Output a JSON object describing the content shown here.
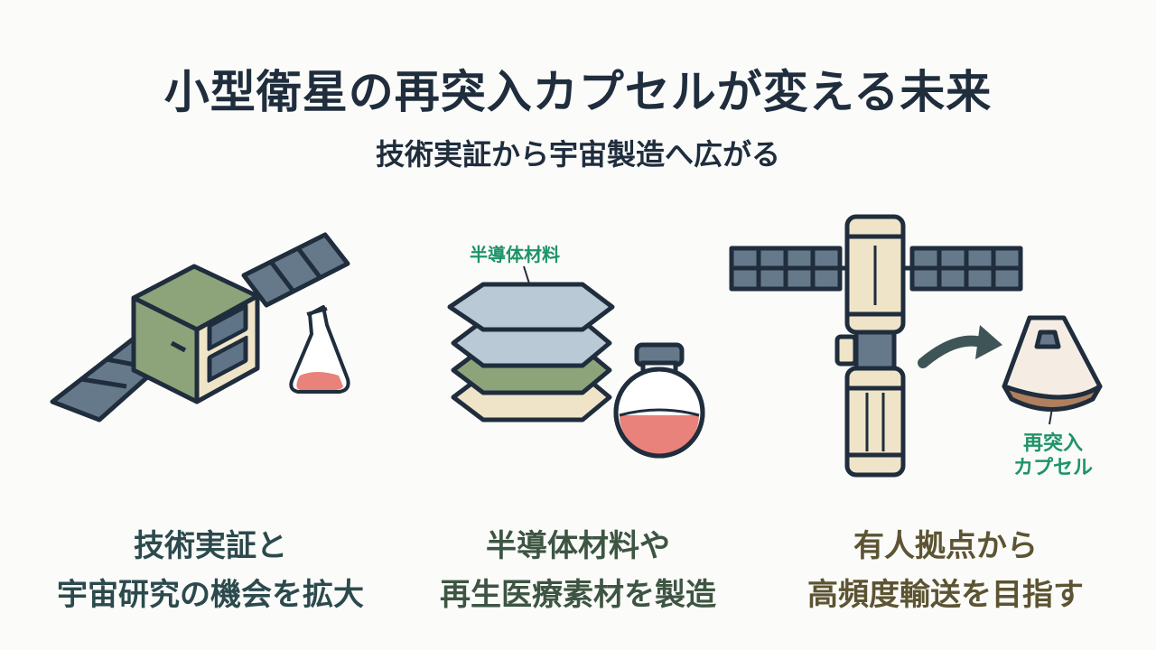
{
  "title": "小型衛星の再突入カプセルが変える未来",
  "subtitle": "技術実証から宇宙製造へ広がる",
  "panels": [
    {
      "icon": "satellite-with-flask",
      "caption_line1": "技術実証と",
      "caption_line2": "宇宙研究の機会を拡大"
    },
    {
      "icon": "semiconductor-wafers-with-flask",
      "label": "半導体材料",
      "caption_line1": "半導体材料や",
      "caption_line2": "再生医療素材を製造"
    },
    {
      "icon": "space-station-with-capsule",
      "label_line1": "再突入",
      "label_line2": "カプセル",
      "caption_line1": "有人拠点から",
      "caption_line2": "高頻度輸送を目指す"
    }
  ],
  "colors": {
    "outline": "#1f2d3d",
    "panel_blue": "#5f7486",
    "sat_green": "#8da37a",
    "beige": "#efe4c8",
    "label_green": "#1e9468",
    "liquid": "#e8827a"
  }
}
